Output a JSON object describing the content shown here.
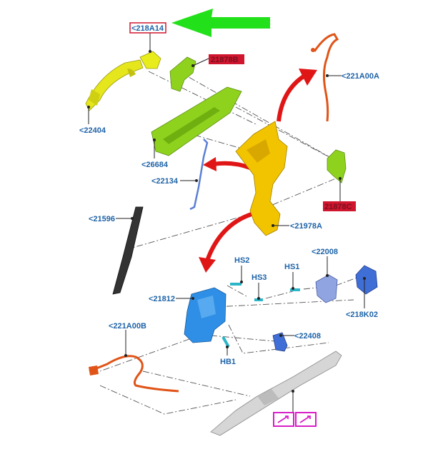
{
  "labels": {
    "handle_base": "<218A14",
    "bracket_top": "21878B",
    "cable_top": "<221A00A",
    "handle": "<22404",
    "frame": "<26684",
    "rod": "<22134",
    "bracket_right": "21878C",
    "channel": "<21596",
    "carrier": "<21978A",
    "screw_hs2": "HS2",
    "screw_hs3": "HS3",
    "screw_hs1": "HS1",
    "striker": "<22008",
    "latch": "<21812",
    "plate": "<218K02",
    "cable_bottom": "<221A00B",
    "clip": "<22408",
    "screw_hb1": "HB1"
  },
  "colors": {
    "highlight_arrow": "#22e01a",
    "red_arrow": "#e01616",
    "label_blue": "#1e63a8",
    "box_red": "#d0162e",
    "yellow_part": "#f2c400",
    "green_part": "#8fd21e",
    "blue_part": "#2f8fe6",
    "orange_part": "#e05418"
  },
  "icons": [
    "tool-icon",
    "tool-icon"
  ]
}
